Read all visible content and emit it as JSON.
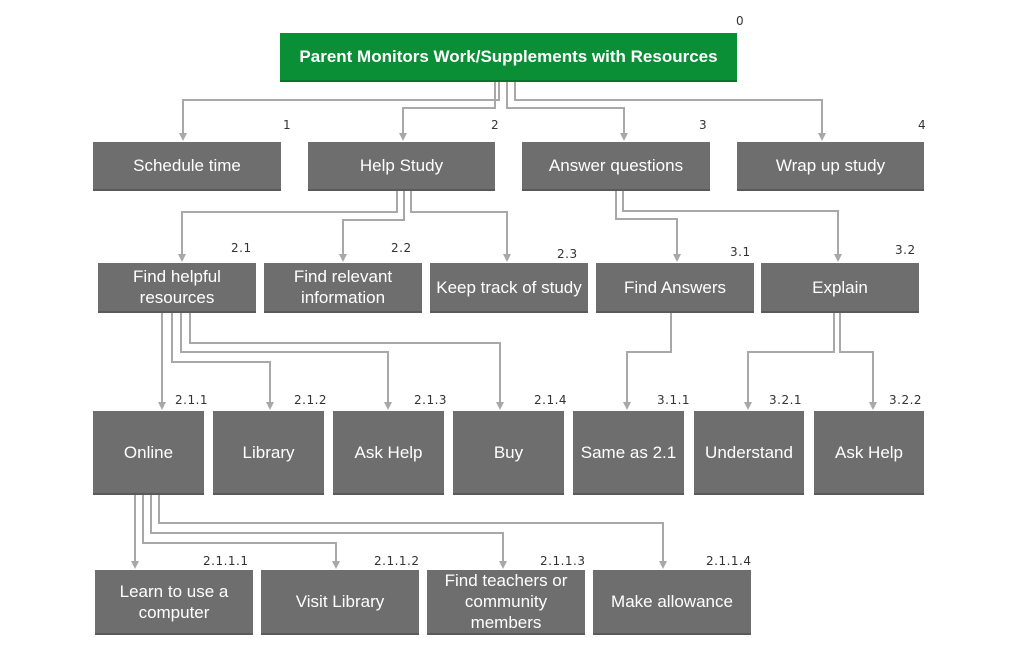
{
  "diagram": {
    "root": {
      "id": "0",
      "label": "Parent Monitors Work/Supplements with Resources"
    },
    "level1": [
      {
        "id": "1",
        "label": "Schedule time"
      },
      {
        "id": "2",
        "label": "Help Study"
      },
      {
        "id": "3",
        "label": "Answer questions"
      },
      {
        "id": "4",
        "label": "Wrap up study"
      }
    ],
    "level2": [
      {
        "id": "2.1",
        "label": "Find helpful resources"
      },
      {
        "id": "2.2",
        "label": "Find relevant information"
      },
      {
        "id": "2.3",
        "label": "Keep track of study"
      },
      {
        "id": "3.1",
        "label": "Find Answers"
      },
      {
        "id": "3.2",
        "label": "Explain"
      }
    ],
    "level3": [
      {
        "id": "2.1.1",
        "label": "Online"
      },
      {
        "id": "2.1.2",
        "label": "Library"
      },
      {
        "id": "2.1.3",
        "label": "Ask Help"
      },
      {
        "id": "2.1.4",
        "label": "Buy"
      },
      {
        "id": "3.1.1",
        "label": "Same as 2.1"
      },
      {
        "id": "3.2.1",
        "label": "Understand"
      },
      {
        "id": "3.2.2",
        "label": "Ask Help"
      }
    ],
    "level4": [
      {
        "id": "2.1.1.1",
        "label": "Learn to use a computer"
      },
      {
        "id": "2.1.1.2",
        "label": "Visit Library"
      },
      {
        "id": "2.1.1.3",
        "label": "Find teachers or community members"
      },
      {
        "id": "2.1.1.4",
        "label": "Make allowance"
      }
    ]
  },
  "colors": {
    "root_fill": "#0a8f36",
    "node_fill": "#6e6e6e",
    "node_text": "#ffffff",
    "connector": "#a8a8a8",
    "number_text": "#333333"
  }
}
